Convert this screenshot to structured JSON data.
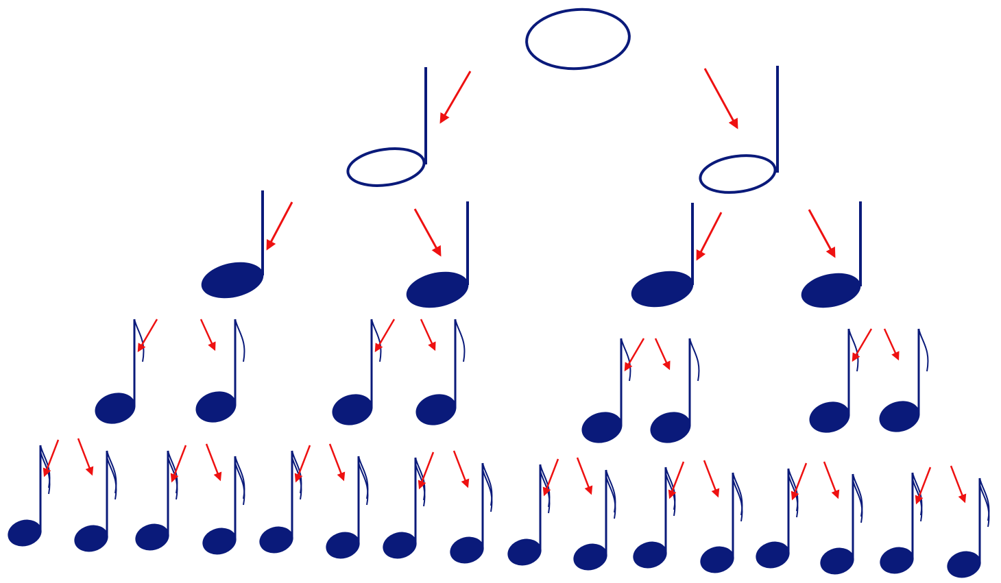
{
  "diagram": {
    "subject": "note-value-subdivision-tree",
    "levels": [
      {
        "note": "whole-note",
        "count": 1
      },
      {
        "note": "half-note",
        "count": 2
      },
      {
        "note": "quarter-note",
        "count": 4
      },
      {
        "note": "eighth-note",
        "count": 8
      },
      {
        "note": "sixteenth-note",
        "count": 16
      }
    ],
    "colors": {
      "note": "#0a1a7a",
      "arrow": "#ee1111",
      "background": "#ffffff"
    }
  }
}
